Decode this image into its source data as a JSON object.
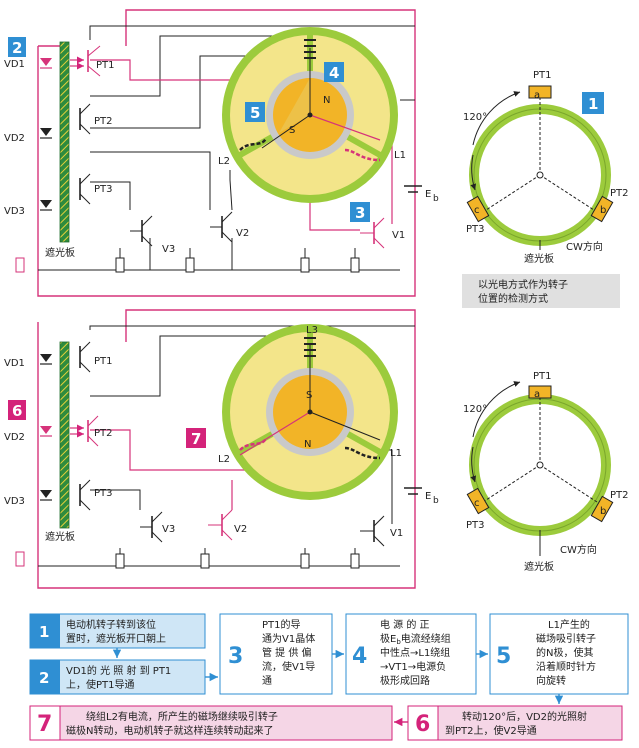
{
  "colors": {
    "circuit_black": "#222222",
    "circuit_pink": "#d6337a",
    "step_blue": "#2f8fd3",
    "step_pink": "#d4237a",
    "flow_fill": "#cfe6f6",
    "flow_fill_pink": "#f5d6e6",
    "stator_yellow": "#f3e58a",
    "rotor_orange": "#f2b427",
    "ring_green": "#9ccb3c",
    "caption_bg": "#e0e0e0"
  },
  "top": {
    "badge_left": "2",
    "badge_4": "4",
    "badge_5": "5",
    "badge_3": "3",
    "vd1": "VD1",
    "vd2": "VD2",
    "vd3": "VD3",
    "pt1": "PT1",
    "pt2": "PT2",
    "pt3": "PT3",
    "v1": "V1",
    "v2": "V2",
    "v3": "V3",
    "l1": "L1",
    "l2": "L2",
    "eb": "E",
    "eb_sub": "b",
    "pole_n": "N",
    "pole_s": "S",
    "shield": "遮光板"
  },
  "bottom": {
    "badge_6": "6",
    "badge_7": "7",
    "vd1": "VD1",
    "vd2": "VD2",
    "vd3": "VD3",
    "pt1": "PT1",
    "pt2": "PT2",
    "pt3": "PT3",
    "v1": "V1",
    "v2": "V2",
    "v3": "V3",
    "l1": "L1",
    "l2": "L2",
    "l3": "L3",
    "eb": "E",
    "eb_sub": "b",
    "pole_n": "N",
    "pole_s": "S",
    "shield": "遮光板"
  },
  "right_top": {
    "badge_1": "1",
    "pt1": "PT1",
    "pt2": "PT2",
    "pt3": "PT3",
    "a": "a",
    "b": "b",
    "c": "c",
    "angle": "120°",
    "cw": "CW方向",
    "shield": "遮光板",
    "caption_line1": "以光电方式作为转子",
    "caption_line2": "位置的检测方式"
  },
  "right_bottom": {
    "pt1": "PT1",
    "pt2": "PT2",
    "pt3": "PT3",
    "a": "a",
    "b": "b",
    "c": "c",
    "angle": "120°",
    "cw": "CW方向",
    "shield": "遮光板"
  },
  "flow": {
    "s1_num": "1",
    "s1_l1": "电动机转子转到该位",
    "s1_l2": "置时，遮光板开口朝上",
    "s2_num": "2",
    "s2_l1": "VD1的 光 照 射 到 PT1",
    "s2_l2": "上，使PT1导通",
    "s3_num": "3",
    "s3_l1": "PT1的导",
    "s3_l2": "通为V1晶体",
    "s3_l3": "管 提 供 偏",
    "s3_l4": "流，使V1导",
    "s3_l5": "通",
    "s4_num": "4",
    "s4_l1": "电 源 的 正",
    "s4_l2": "极E",
    "s4_l2b": "电流经绕组",
    "s4_l3": "中性点→L1绕组",
    "s4_l4": "→VT1→电源负",
    "s4_l5": "极形成回路",
    "s5_num": "5",
    "s5_l1": "L1产生的",
    "s5_l2": "磁场吸引转子",
    "s5_l3": "的N极，使其",
    "s5_l4": "沿着顺时针方",
    "s5_l5": "向旋转",
    "s6_num": "6",
    "s6_l1": "转动120°后，VD2的光照射",
    "s6_l2": "到PT2上，使V2导通",
    "s7_num": "7",
    "s7_l1": "绕组L2有电流，所产生的磁场继续吸引转子",
    "s7_l2": "磁极N转动，电动机转子就这样连续转动起来了"
  }
}
